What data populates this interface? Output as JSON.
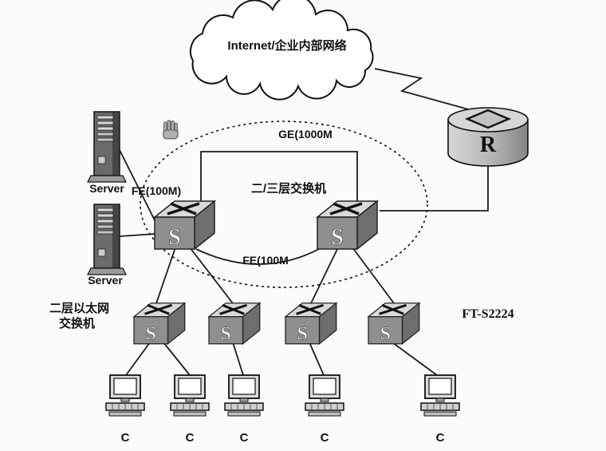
{
  "diagram": {
    "cloud": {
      "label": "Internet/企业内部网络"
    },
    "router": {
      "letter": "R"
    },
    "links": {
      "ge": "GE(1000M",
      "fe_left": "FE(100M)",
      "fe_middle": "FE(100M"
    },
    "core_switches": {
      "label": "二/三层交换机",
      "letter": "S"
    },
    "access_switches": {
      "label_line1": "二层以太网",
      "label_line2": "交换机",
      "model": "FT-S2224",
      "letter": "S"
    },
    "servers": [
      {
        "label": "Server"
      },
      {
        "label": "Server"
      }
    ],
    "clients": [
      {
        "label": "C"
      },
      {
        "label": "C"
      },
      {
        "label": "C"
      },
      {
        "label": "C"
      },
      {
        "label": "C"
      }
    ],
    "colors": {
      "line": "#1a1a1a",
      "switch_top": "#d9d9d9",
      "switch_front": "#8f8f8f",
      "switch_side": "#6e6e6e",
      "router_body": "#b5b5b5",
      "background": "#fbfbfb"
    }
  }
}
